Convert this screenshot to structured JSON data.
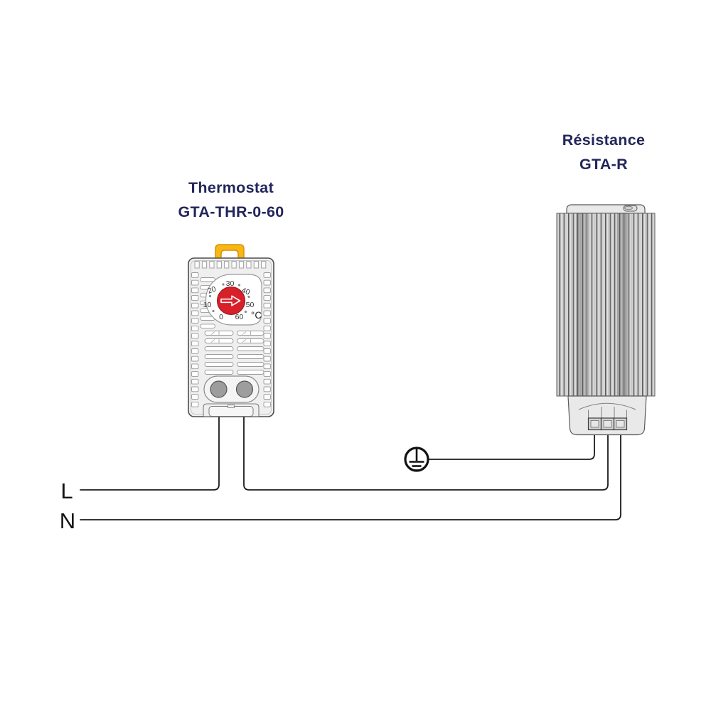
{
  "labels": {
    "thermostat_title": "Thermostat",
    "thermostat_model": "GTA-THR-0-60",
    "heater_title": "Résistance",
    "heater_model": "GTA-R",
    "line": "L",
    "neutral": "N"
  },
  "thermostat": {
    "dial": {
      "values": [
        "0",
        "10",
        "20",
        "30",
        "40",
        "50",
        "60"
      ],
      "unit": "°C"
    }
  },
  "colors": {
    "label_text": "#23265b",
    "plain_text": "#141414",
    "wire": "#1a1a1a",
    "knob_red": "#d7202a",
    "clip_yellow": "#f7b714",
    "device_fill": "#efefef"
  }
}
